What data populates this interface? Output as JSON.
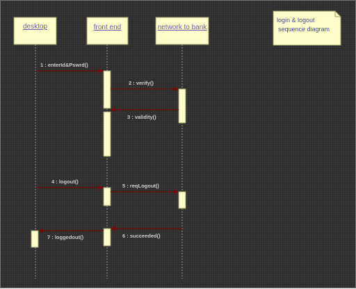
{
  "lifelines": [
    {
      "id": "desktop",
      "label": "desktop"
    },
    {
      "id": "front-end",
      "label": "front end"
    },
    {
      "id": "network-to-bank",
      "label": "network to bank"
    }
  ],
  "note": {
    "lines": [
      "login & logout",
      "sequence diagram"
    ]
  },
  "messages": [
    {
      "id": "m1",
      "label": "1 : enterId&Pswrd()",
      "from": "desktop",
      "to": "front-end"
    },
    {
      "id": "m2",
      "label": "2 : verify()",
      "from": "front-end",
      "to": "network-to-bank"
    },
    {
      "id": "m3",
      "label": "3 : validity()",
      "from": "network-to-bank",
      "to": "front-end"
    },
    {
      "id": "m4",
      "label": "4 : logout()",
      "from": "desktop",
      "to": "front-end"
    },
    {
      "id": "m5",
      "label": "5 : reqLogout()",
      "from": "front-end",
      "to": "network-to-bank"
    },
    {
      "id": "m6",
      "label": "6 : succeeded()",
      "from": "network-to-bank",
      "to": "front-end"
    },
    {
      "id": "m7",
      "label": "7 : loggedout()",
      "from": "front-end",
      "to": "desktop"
    }
  ],
  "colors": {
    "background": "#2c2c2c",
    "box_fill": "#ffffcc",
    "box_border": "#9a9a66",
    "arrow": "#7a0a0a",
    "lifeline_text": "#6a5aa8",
    "message_text": "#cccccc",
    "dashed_line": "#9a9a9a"
  }
}
